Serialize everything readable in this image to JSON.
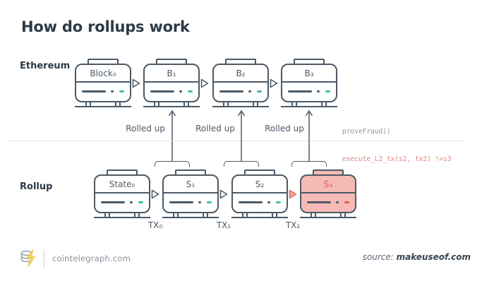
{
  "title": "How do rollups work",
  "ethereum_row": {
    "label": "Ethereum",
    "blocks": [
      {
        "label": "Block₀"
      },
      {
        "label": "B₁"
      },
      {
        "label": "B₂"
      },
      {
        "label": "B₃"
      }
    ]
  },
  "rollup_row": {
    "label": "Rollup",
    "blocks": [
      {
        "label": "State₀",
        "highlighted": false
      },
      {
        "label": "S₁",
        "highlighted": false
      },
      {
        "label": "S₂",
        "highlighted": false
      },
      {
        "label": "S₃",
        "highlighted": true
      }
    ]
  },
  "rolled_up_labels": [
    "Rolled up",
    "Rolled up",
    "Rolled up"
  ],
  "tx_labels": [
    "TX₀",
    "TX₁",
    "TX₂"
  ],
  "code_annotation": {
    "line1": "proveFraud()",
    "line2": "execute_L2_tx(s2, tx2) !=s3"
  },
  "footer": {
    "brand": "cointelegraph.com",
    "source_prefix": "source:",
    "source_name": "makeuseof.com"
  },
  "colors": {
    "ink": "#2d3a48",
    "stroke": "#4d5a66",
    "accent_teal": "#3fc1a4",
    "highlight_fill": "#f5bab5",
    "highlight_red": "#dd5c52",
    "code_gray": "#8f959c",
    "code_red": "#e2837b"
  }
}
